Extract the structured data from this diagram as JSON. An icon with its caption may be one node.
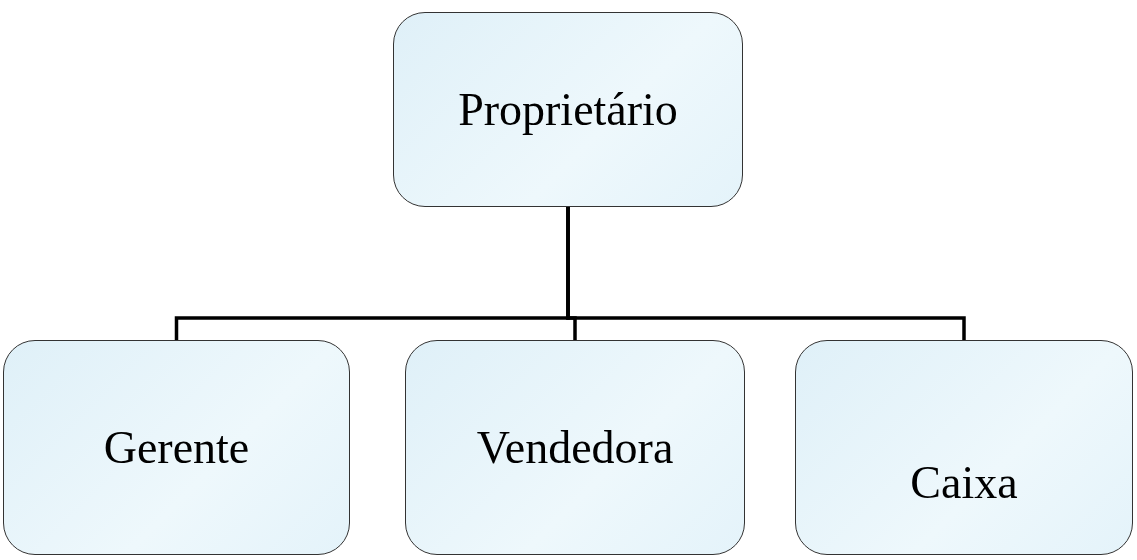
{
  "diagram": {
    "nodes": [
      {
        "text": [
          "Proprietário"
        ]
      },
      {
        "text": [
          "Gerente"
        ]
      },
      {
        "text": [
          "Vendedora"
        ]
      },
      {
        "text": [
          "Caixa"
        ]
      }
    ],
    "edges": [
      {
        "from": 0,
        "to": 1,
        "arrow": "none"
      },
      {
        "from": 0,
        "to": 2,
        "arrow": "none"
      },
      {
        "from": 0,
        "to": 3,
        "arrow": "none"
      }
    ]
  }
}
